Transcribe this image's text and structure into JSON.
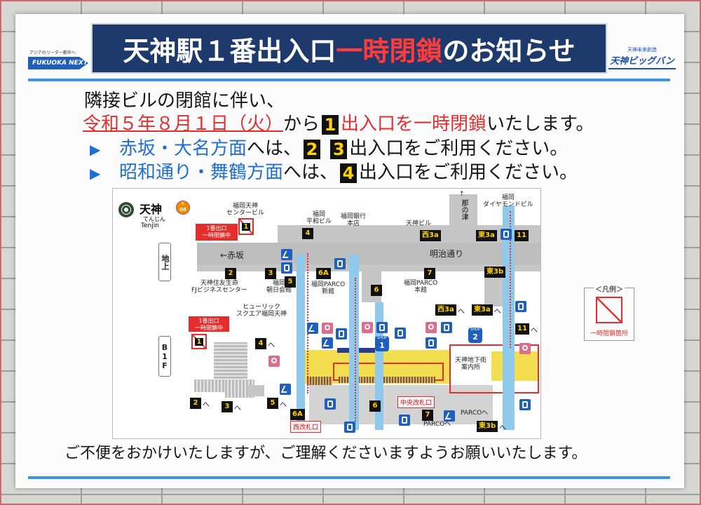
{
  "header": {
    "title_a": "天神駅１番出入口",
    "title_b": "一時閉鎖",
    "title_c": "のお知らせ"
  },
  "logos": {
    "fukuoka_next": {
      "tagline": "アジアのリーダー都市へ",
      "name": "FUKUOKA NEXT"
    },
    "tenjin_bigbang": {
      "tagline": "天神未来創造",
      "name": "天神ビッグバン"
    }
  },
  "notice": {
    "line1": "隣接ビルの閉館に伴い、",
    "line2": {
      "date": "令和５年８月１日（火）",
      "from": "から",
      "exit": "1",
      "closure": "出入口を一時閉鎖",
      "tail": "いたします。"
    },
    "line3": {
      "arrow": "▶",
      "direction": "赤坂・大名方面",
      "particle": "へは、",
      "exit_a": "2",
      "exit_b": "3",
      "tail": "出入口をご利用ください。"
    },
    "line4": {
      "arrow": "▶",
      "direction": "昭和通り・舞鶴方面",
      "particle": "へは、",
      "exit_a": "4",
      "tail": "出入口をご利用ください。"
    }
  },
  "map": {
    "station": {
      "name": "天神",
      "kana": "てんじん",
      "romaji": "Tenjin",
      "line_code": "K",
      "number": "08"
    },
    "levels": {
      "ground": "地上",
      "basement": "B1F"
    },
    "closed_notice": {
      "text": "1番出口\n一時閉鎖中",
      "exit": "1"
    },
    "places": {
      "center_building": "福岡天神\nセンタービル",
      "heiwa_building": "福岡\n平和ビル",
      "fukuoka_bank": "福岡銀行\n本店",
      "tenjin_building": "天神ビル",
      "nanotsu": {
        "arrow": "↑",
        "name": "那の津"
      },
      "diamond_building": "福岡\nダイヤモンドビル",
      "meiji_dori": "明治通り",
      "akasaka": "←赤坂",
      "sumitomo": "天神住友生命\nFJビジネスセンター",
      "asahi_kaikan": "福岡\n朝日会館",
      "parco_new": "福岡PARCO\n新館",
      "parco_main": "福岡PARCO\n本館",
      "hulic": "ヒューリック\nスクエア福岡天神",
      "info_center": "天神地下街\n案内所",
      "central_gate": "中央改札口",
      "west_gate": "西改札口",
      "to_parco": "PARCOへ"
    },
    "exits_ground": [
      "4",
      "西3a",
      "東3a",
      "11",
      "2",
      "3",
      "5",
      "6A",
      "7",
      "東3b",
      "6"
    ],
    "exits_b1f": [
      "西3a",
      "東3a",
      "11",
      "4",
      "2",
      "3",
      "5",
      "6A",
      "6",
      "7",
      "東3b"
    ],
    "to_suffix": "へ",
    "shops": [
      {
        "label": "SHOP",
        "number": "1"
      },
      {
        "label": "SHOP",
        "number": "2"
      }
    ],
    "icons": [
      "escalator-icon",
      "elevator-icon",
      "restroom-icon",
      "wheelchair-icon",
      "info-icon",
      "coin-locker-icon",
      "phone-icon"
    ]
  },
  "legend": {
    "title": "＜凡例＞",
    "label": "一時閉鎖箇所"
  },
  "footer": "ご不便をおかけいたしますが、ご理解くださいますようお願いいたします。",
  "colors": {
    "header_navy": "#1e3a6d",
    "alert_red": "#e52d2d",
    "direction_blue": "#1f6fd1",
    "exit_yellow": "#ffd200",
    "rule_blue": "#3f95dd",
    "stair_blue": "#8fc9ec",
    "concourse_yellow": "#f2de4e"
  }
}
